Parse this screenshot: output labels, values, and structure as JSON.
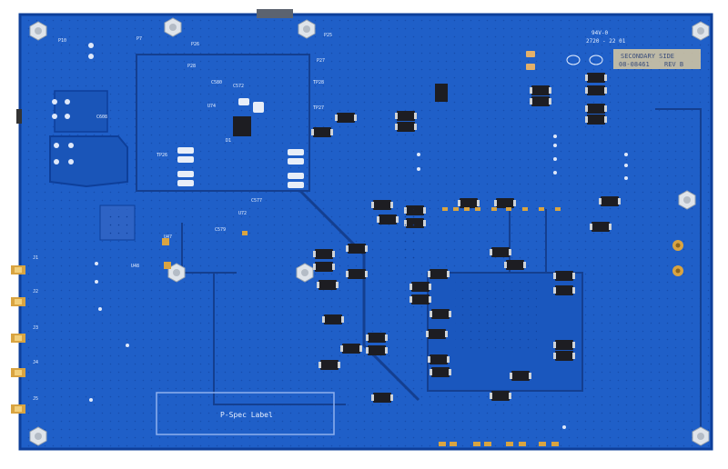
{
  "board": {
    "label_box": "P-Spec Label",
    "side_label_1": "SECONDARY SIDE",
    "side_label_2": "08-08461",
    "side_label_3": "REV B",
    "date_code": "2720 - 22 01",
    "version_mark": "94V-0"
  },
  "connectors": [
    "J1",
    "J2",
    "J3",
    "J4",
    "J5"
  ],
  "silkscreen": [
    "P7",
    "P10",
    "P25",
    "P26",
    "P27",
    "P28",
    "TP26",
    "TP27",
    "TP28",
    "C580",
    "C572",
    "C577",
    "C579",
    "C608",
    "U72",
    "U74",
    "U47",
    "U48",
    "D1"
  ],
  "colors": {
    "pcb_blue": "#1f5fc8",
    "pcb_edge": "#0e3f9a",
    "silk_white": "#e8f0ff",
    "pad_gold": "#d9a441",
    "component_black": "#1d1d22",
    "label_beige": "#d9c9a0"
  }
}
